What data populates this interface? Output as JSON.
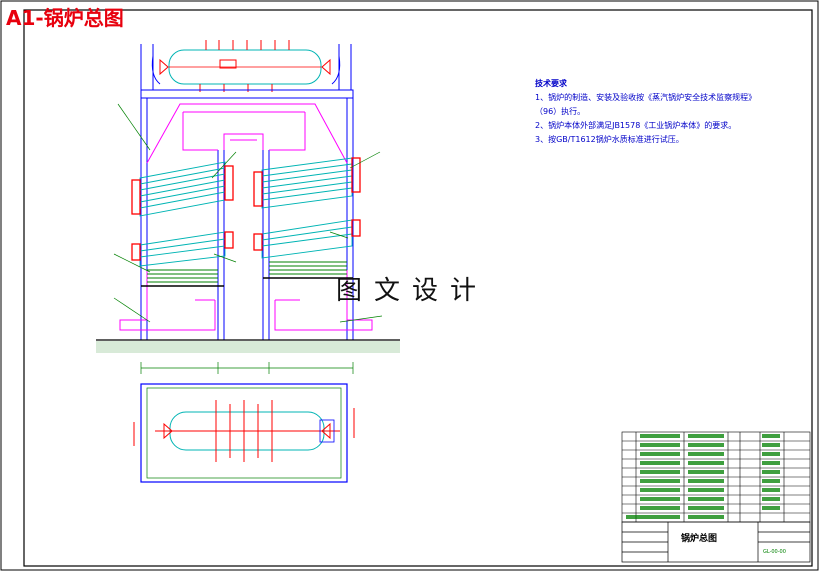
{
  "title": "A1-锅炉总图",
  "watermark": "图文设计",
  "notes": {
    "heading": "技术要求",
    "lines": [
      "1、锅炉的制造、安装及验收按《蒸汽锅炉安全技术监察规程》",
      "（96）执行。",
      "2、锅炉本体外部满足JB1578《工业锅炉本体》的要求。",
      "3、按GB/T1612锅炉水质标准进行试压。"
    ]
  },
  "title_block": {
    "drawing_name": "锅炉总图",
    "drawing_code": "GL-00-00"
  },
  "colors": {
    "frame": "#000000",
    "structure": "#0000ff",
    "flue": "#ff00ff",
    "tubes": "#00b4b4",
    "accent": "#ff0000",
    "dims": "#008000",
    "title": "#e8000d"
  }
}
